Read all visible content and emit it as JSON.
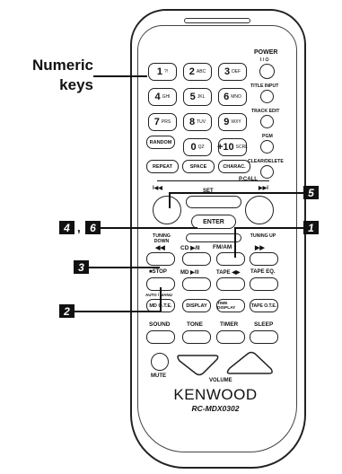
{
  "callouts": {
    "numeric_label_1": "Numeric",
    "numeric_label_2": "keys",
    "c5": "5",
    "c4": "4",
    "c6": "6",
    "c1": "1",
    "c3": "3",
    "c2": "2",
    "comma": ","
  },
  "power": {
    "label": "POWER",
    "sub": "I / ⏻"
  },
  "numeric_keys": [
    {
      "n": "1",
      "s": "?!"
    },
    {
      "n": "2",
      "s": "ABC"
    },
    {
      "n": "3",
      "s": "DEF"
    },
    {
      "n": "4",
      "s": "GHI"
    },
    {
      "n": "5",
      "s": "JKL"
    },
    {
      "n": "6",
      "s": "MNO"
    },
    {
      "n": "7",
      "s": "PRS"
    },
    {
      "n": "8",
      "s": "TUV"
    },
    {
      "n": "9",
      "s": "WXY"
    },
    {
      "n": "0",
      "s": "QZ"
    },
    {
      "n": "+10",
      "s": "SCRL"
    }
  ],
  "side_labels": {
    "title_input": "TITLE INPUT",
    "track_edit": "TRACK EDIT",
    "pgm": "PGM",
    "clear_delete": "CLEAR/DELETE"
  },
  "buttons": {
    "random": "RANDOM",
    "repeat": "REPEAT",
    "space": "SPACE",
    "charac": "CHARAC."
  },
  "nav": {
    "pcall": "P.CALL",
    "set": "SET",
    "enter": "ENTER",
    "prev": "I◀◀",
    "next": "▶▶I"
  },
  "tuning": {
    "down": "TUNING DOWN",
    "up": "TUNING UP",
    "rew": "◀◀",
    "ff": "▶▶"
  },
  "row_cd": {
    "cd": "CD ▶/II",
    "fm_am": "FM/AM"
  },
  "row_md": {
    "stop": "■STOP",
    "md": "MD ▶/II",
    "tape": "TAPE ◀▶",
    "tape_eq": "TAPE EQ."
  },
  "row_ote": {
    "auto": "AUTO / MANU",
    "md_ote": "MD O.T.E.",
    "display": "DISPLAY",
    "time_display": "TIME DISPLAY",
    "tape_ote": "TAPE O.T.E."
  },
  "row_sound": {
    "sound": "SOUND",
    "tone": "TONE",
    "timer": "TIMER",
    "sleep": "SLEEP"
  },
  "bottom": {
    "mute": "MUTE",
    "volume": "VOLUME",
    "brand": "KENWOOD",
    "model": "RC-MDX0302"
  }
}
